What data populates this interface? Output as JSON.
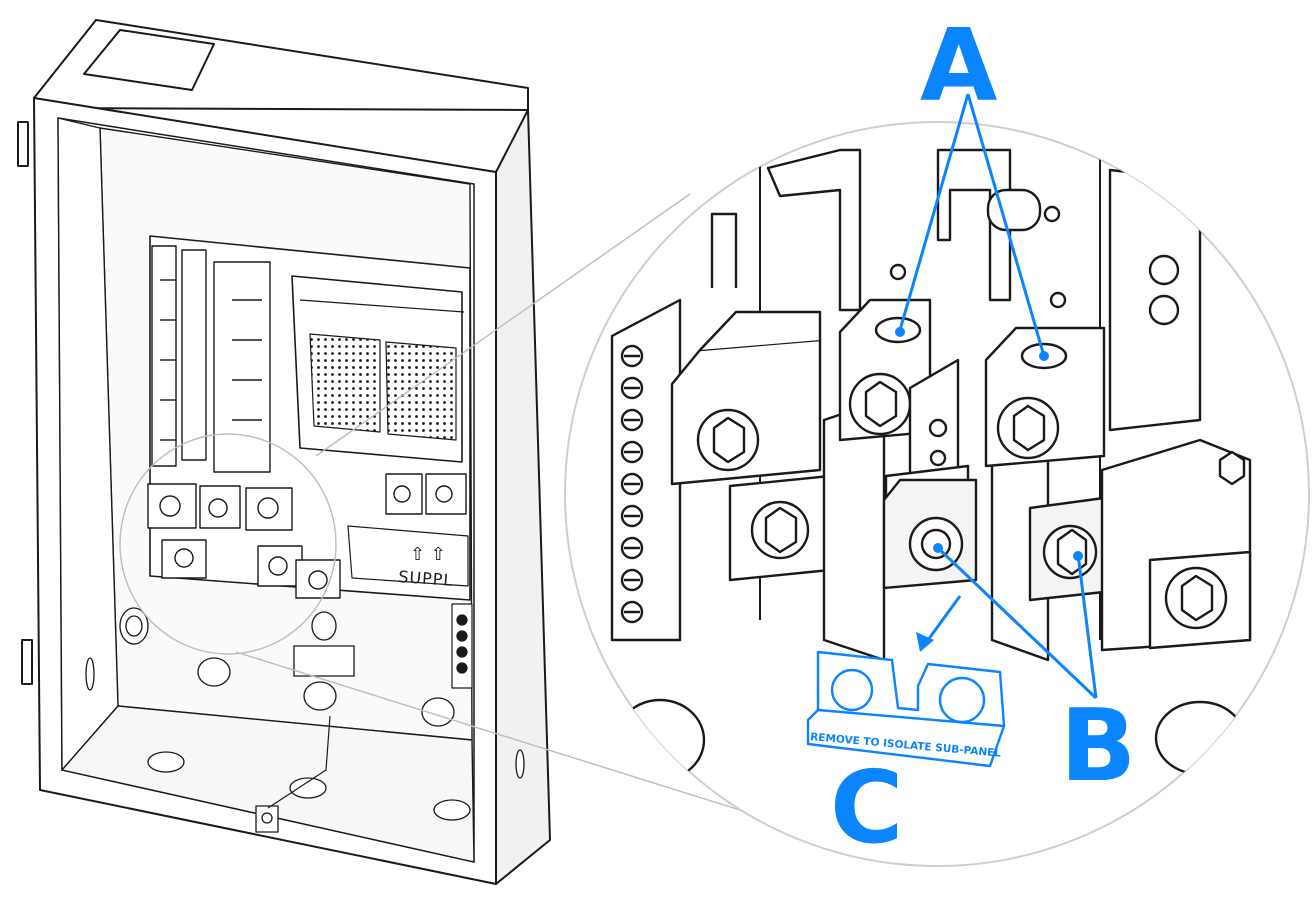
{
  "diagram": {
    "accent_color": "#0a84ff",
    "line_color": "#1a1a1a",
    "panel_fill": "#ffffff",
    "shade_fill": "#e6e6e6",
    "callouts": {
      "a": "A",
      "b": "B",
      "c": "C"
    },
    "supply_label": "SUPPLY",
    "supply_label_cropped": "SUPPL",
    "removable_part_text": "REMOVE TO ISOLATE SUB-PANEL"
  }
}
